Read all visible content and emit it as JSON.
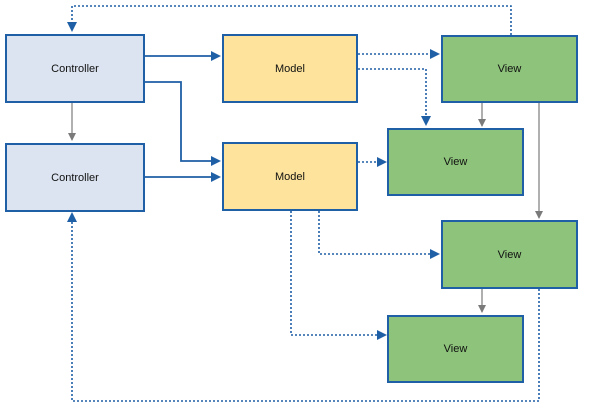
{
  "colors": {
    "controller_fill": "#dce4f1",
    "model_fill": "#fde39b",
    "view_fill": "#8dc37a",
    "border": "#1f5fa6",
    "gray_connector": "#7a7a7a"
  },
  "nodes": {
    "controller_top": {
      "label": "Controller"
    },
    "controller_bottom": {
      "label": "Controller"
    },
    "model_top": {
      "label": "Model"
    },
    "model_bottom": {
      "label": "Model"
    },
    "view_top_right": {
      "label": "View"
    },
    "view_middle": {
      "label": "View"
    },
    "view_right_lower": {
      "label": "View"
    },
    "view_bottom": {
      "label": "View"
    }
  }
}
